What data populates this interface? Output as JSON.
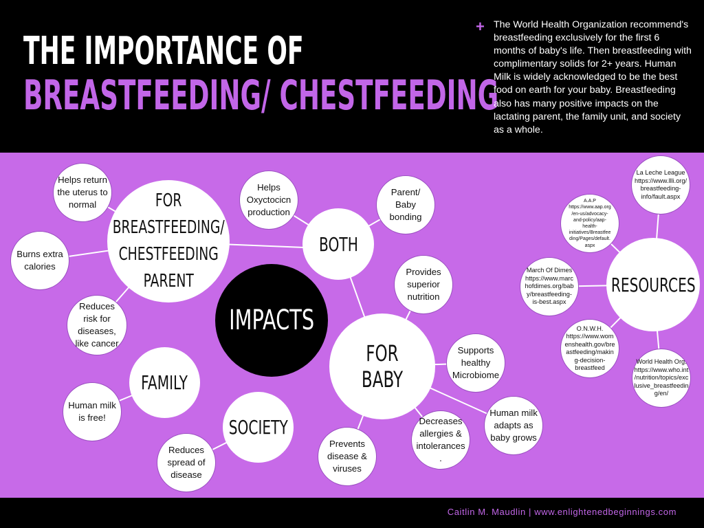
{
  "header": {
    "title_line1": "THE IMPORTANCE OF",
    "title_line2": "BREASTFEEDING/ CHESTFEEDING",
    "bullet_icon": "plus-icon",
    "intro_text": "The World Health Organization recommend's breastfeeding exclusively for the first 6 months of baby's life. Then breastfeeding with complimentary solids for 2+ years. Human Milk is widely acknowledged to be the best food on earth for your baby. Breastfeeding also has many positive impacts on the lactating parent, the family unit, and society as a whole."
  },
  "colors": {
    "accent": "#c266e8",
    "panel": "#c76ae8",
    "background": "#000000",
    "node": "#ffffff"
  },
  "diagram": {
    "center": "IMPACTS",
    "parent": {
      "label": "FOR\nBREASTFEEDING/\nCHESTFEEDING\nPARENT",
      "items": [
        "Helps return\nthe uterus to\nnormal",
        "Burns extra\ncalories",
        "Reduces\nrisk for\ndiseases,\nlike cancer"
      ]
    },
    "both": {
      "label": "BOTH",
      "items": [
        "Helps\nOxyctocicn\nproduction",
        "Parent/\nBaby\nbonding"
      ]
    },
    "family": {
      "label": "FAMILY",
      "items": [
        "Human milk\nis free!"
      ]
    },
    "society": {
      "label": "SOCIETY",
      "items": [
        "Reduces\nspread of\ndisease"
      ]
    },
    "baby": {
      "label": "FOR BABY",
      "items": [
        "Provides\nsuperior\nnutrition",
        "Supports\nhealthy\nMicrobiome",
        "Human milk\nadapts as\nbaby grows",
        "Decreases\nallergies &\nintolerances\n.",
        "Prevents\ndisease &\nviruses"
      ]
    },
    "resources": {
      "label": "RESOURCES",
      "items": [
        "La Leche League\nhttps://www.llli.org/\nbreastfeeding-\ninfo/fault.aspx",
        "A.A.P\nhttps://www.aap.org\n/en-us/advocacy-\nand-policy/aap-\nhealth-\ninitiatives/Breastfee\nding/Pages/default.\naspx",
        "March Of Dimes\nhttps://www.marc\nhofdimes.org/bab\ny/breastfeeding-\nis-best.aspx",
        "O.N.W.H.\nhttps://www.wom\nenshealth.gov/bre\nastfeeding/makin\ng-decision-\nbreastfeed",
        "World Health Org.\nhttps://www.who.int\n/nutrition/topics/exc\nlusive_breastfeedin\ng/en/"
      ]
    }
  },
  "footer": {
    "credit": "Caitlin M. Maudlin | www.enlightenedbeginnings.com"
  }
}
